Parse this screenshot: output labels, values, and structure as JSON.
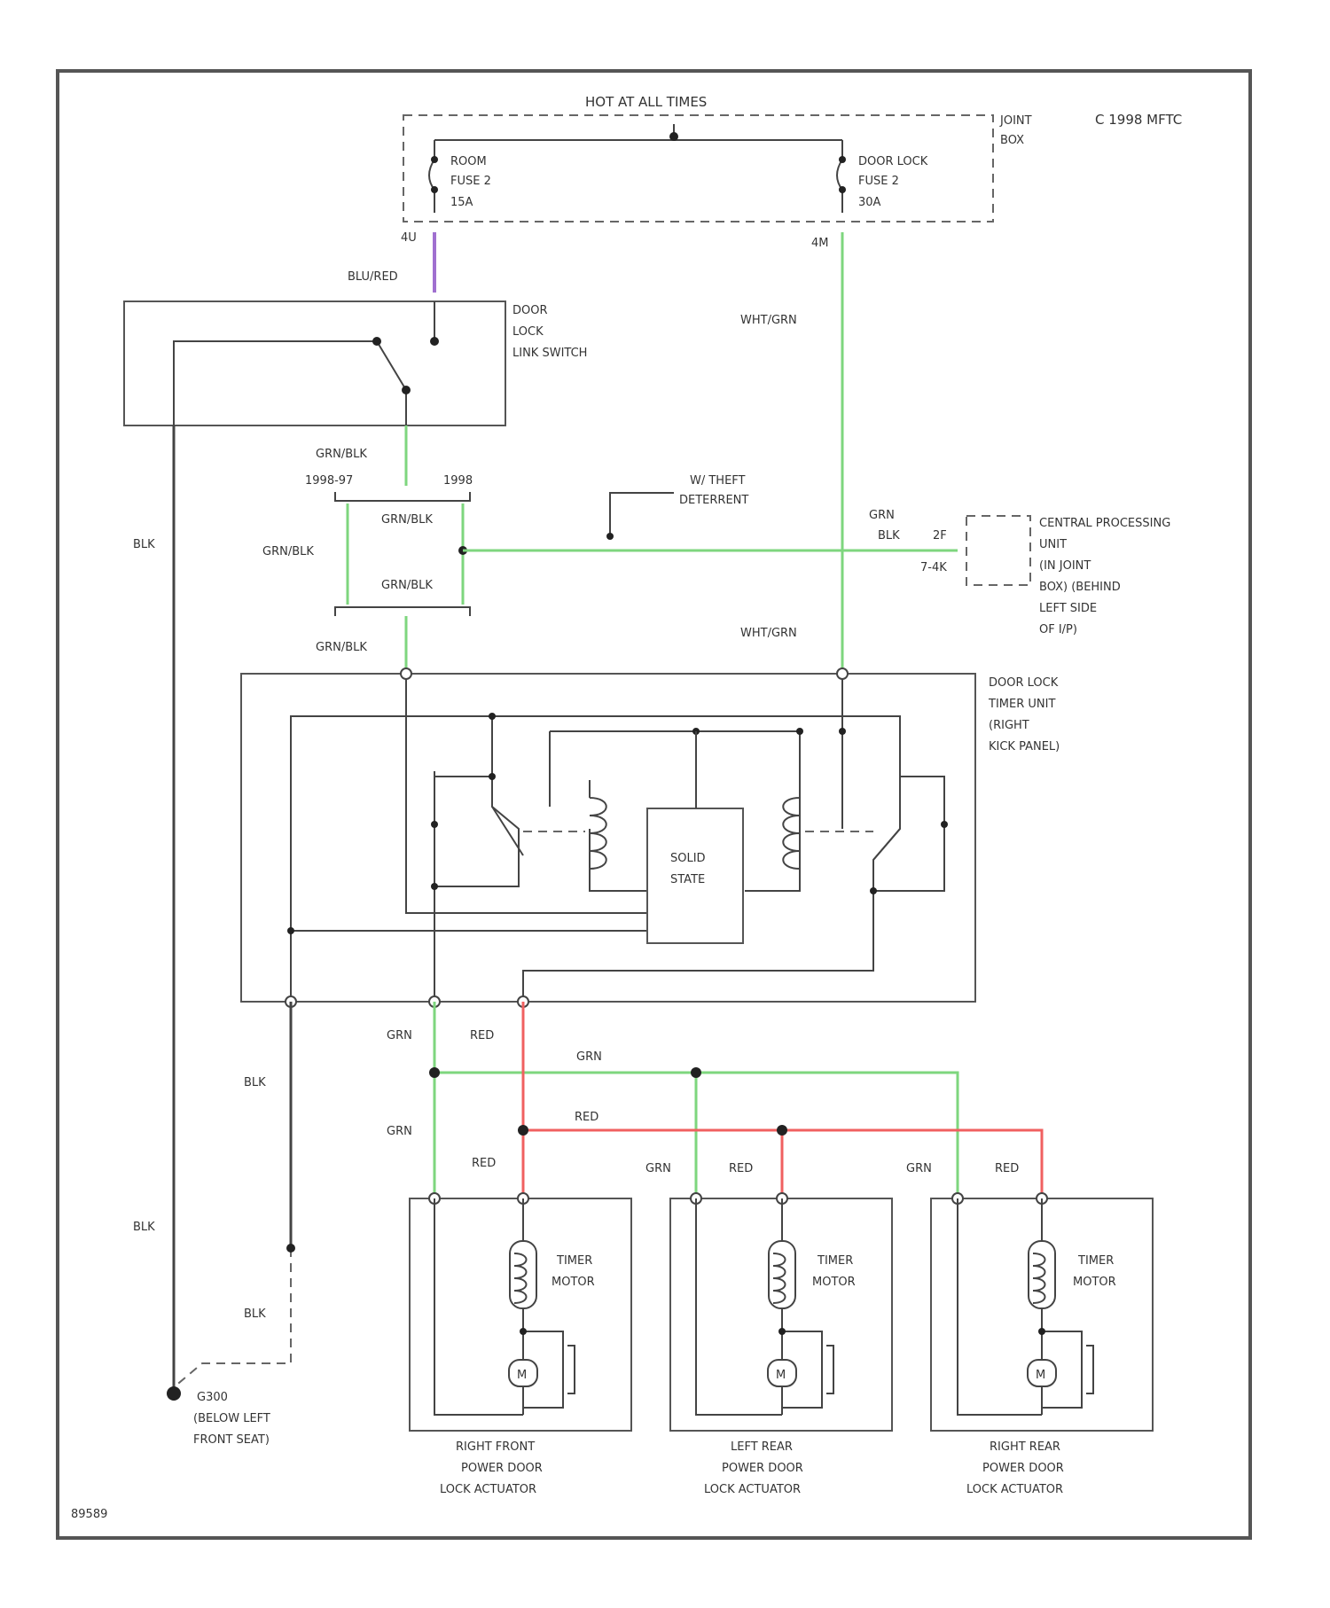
{
  "header": {
    "hot_at_all_times": "HOT AT ALL TIMES",
    "copyright": "C 1998 MFTC",
    "joint_box": [
      "JOINT",
      "BOX"
    ],
    "figure_id": "89589"
  },
  "fuses": {
    "left": [
      "ROOM",
      "FUSE 2",
      "15A"
    ],
    "right": [
      "DOOR LOCK",
      "FUSE 2",
      "30A"
    ],
    "left_pin": "4U",
    "right_pin": "4M"
  },
  "wires": {
    "blu_red": "BLU/RED",
    "wht_grn_1": "WHT/GRN",
    "wht_grn_2": "WHT/GRN",
    "grn_blk_1": "GRN/BLK",
    "grn_blk_2": "GRN/BLK",
    "grn_blk_3": "GRN/BLK",
    "grn_blk_4": "GRN/BLK",
    "grn_blk_5": "GRN/BLK",
    "blk_left": "BLK",
    "blk_mid": "BLK",
    "blk_low": "BLK",
    "blk_dash": "BLK",
    "grn_blk_cpu": "GRN",
    "blk_cpu": "BLK",
    "cpu_pin_top": "2F",
    "cpu_pin_bot": "7-4K",
    "year_left": "1998-97",
    "year_right": "1998",
    "grn_a": "GRN",
    "red_a": "RED",
    "grn_b": "GRN",
    "grn_c": "GRN",
    "red_b": "RED",
    "red_c": "RED",
    "grn_d": "GRN",
    "red_d": "RED",
    "grn_e": "GRN",
    "red_e": "RED"
  },
  "components": {
    "link_switch": [
      "DOOR",
      "LOCK",
      "LINK SWITCH"
    ],
    "anti_theft": [
      "W/ THEFT",
      "DETERRENT"
    ],
    "cpu": [
      "CENTRAL PROCESSING",
      "UNIT",
      "(IN JOINT",
      "BOX) (BEHIND",
      "LEFT SIDE",
      "OF I/P)"
    ],
    "timer_unit": [
      "DOOR LOCK",
      "TIMER UNIT",
      "(RIGHT",
      "KICK PANEL)"
    ],
    "solid_state": [
      "SOLID",
      "STATE"
    ],
    "ground": [
      "G300",
      "(BELOW LEFT",
      "FRONT SEAT)"
    ],
    "actuators": [
      {
        "name": [
          "RIGHT FRONT",
          "POWER DOOR",
          "LOCK ACTUATOR"
        ],
        "timer_motor": [
          "TIMER",
          "MOTOR"
        ],
        "motor": "M"
      },
      {
        "name": [
          "LEFT REAR",
          "POWER DOOR",
          "LOCK ACTUATOR"
        ],
        "timer_motor": [
          "TIMER",
          "MOTOR"
        ],
        "motor": "M"
      },
      {
        "name": [
          "RIGHT REAR",
          "POWER DOOR",
          "LOCK ACTUATOR"
        ],
        "timer_motor": [
          "TIMER",
          "MOTOR"
        ],
        "motor": "M"
      }
    ]
  },
  "colors": {
    "green_wire": "#7ed67e",
    "red_wire": "#f06060",
    "purple_wire": "#a070d0",
    "black_wire": "#444444"
  }
}
